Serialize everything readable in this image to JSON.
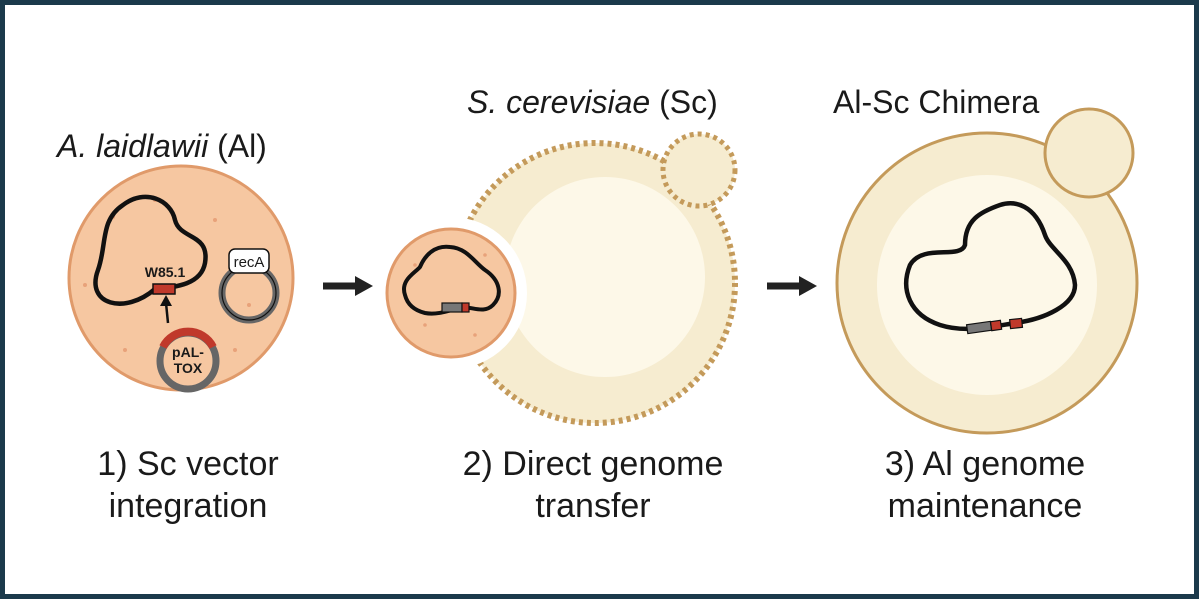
{
  "panel1": {
    "title_italic": "A. laidlawii",
    "title_suffix": " (Al)",
    "label_w85": "W85.1",
    "label_reca": "recA",
    "label_palt_line1": "pAL-",
    "label_palt_line2": "TOX",
    "caption_line1": "1) Sc vector",
    "caption_line2": "integration"
  },
  "panel2": {
    "title_italic": "S. cerevisiae",
    "title_suffix": " (Sc)",
    "caption_line1": "2) Direct genome",
    "caption_line2": "transfer"
  },
  "panel3": {
    "title": "Al-Sc Chimera",
    "caption_line1": "3) Al genome",
    "caption_line2": "maintenance"
  },
  "colors": {
    "al_cell": "#f6c7a1",
    "al_outline": "#e09a6a",
    "sc_cell": "#f6ecd0",
    "sc_inner": "#fdf8e8",
    "sc_outline": "#c49a5a",
    "dna": "#111111",
    "marker_red": "#c0392b",
    "plasmid_grey": "#666666",
    "frame": "#1b3a4b"
  }
}
